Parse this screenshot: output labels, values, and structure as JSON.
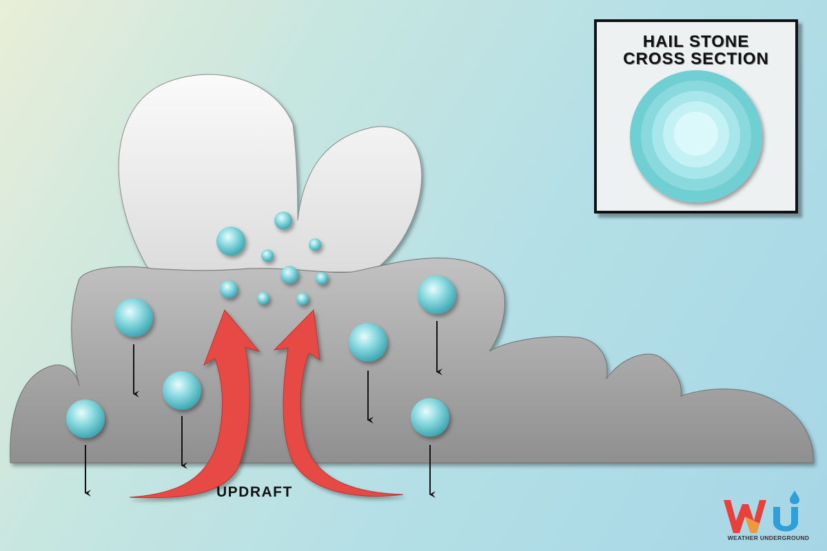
{
  "inset": {
    "title_line1": "HAIL STONE",
    "title_line2": "CROSS SECTION",
    "layer_colors": [
      "#6fcfd3",
      "#8ad9dc",
      "#a7e6ea",
      "#c3f1f4",
      "#dbf9fb"
    ]
  },
  "updraft_label": "UPDRAFT",
  "logo": {
    "caption": "WEATHER UNDERGROUND",
    "colors": [
      "#e8413c",
      "#f3a23a",
      "#2f9fd8"
    ]
  },
  "colors": {
    "cloud_gray": "#a9a9a9",
    "cloud_white": "#f4f4f4",
    "updraft_red": "#e74a45",
    "hailstone": "#6fcfd8"
  }
}
